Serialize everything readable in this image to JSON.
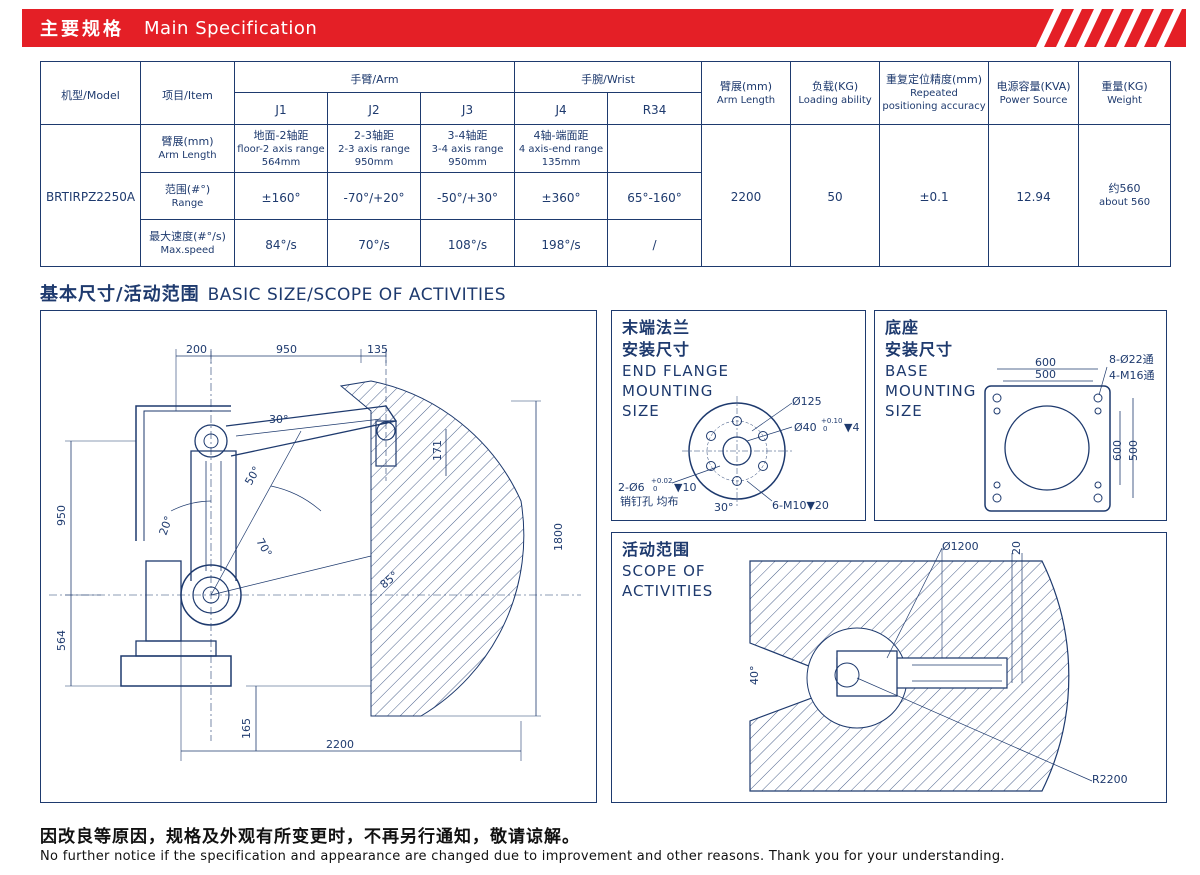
{
  "header": {
    "title_cn": "主要规格",
    "title_en": "Main Specification"
  },
  "spec_table": {
    "col_model": {
      "cn": "机型/Model"
    },
    "col_item": {
      "cn": "项目/Item"
    },
    "group_arm": "手臂/Arm",
    "group_wrist": "手腕/Wrist",
    "axes": [
      "J1",
      "J2",
      "J3",
      "J4",
      "R34"
    ],
    "col_reach": {
      "cn": "臂展(mm)",
      "en": "Arm Length"
    },
    "col_load": {
      "cn": "负载(KG)",
      "en": "Loading ability"
    },
    "col_repeat": {
      "cn": "重复定位精度(mm)",
      "en": "Repeated positioning accuracy"
    },
    "col_power": {
      "cn": "电源容量(KVA)",
      "en": "Power Source"
    },
    "col_weight": {
      "cn": "重量(KG)",
      "en": "Weight"
    },
    "model": "BRTIRPZ2250A",
    "row_armlen": {
      "cn": "臂展(mm)",
      "en": "Arm Length"
    },
    "row_range": {
      "cn": "范围(#°)",
      "en": "Range"
    },
    "row_speed": {
      "cn": "最大速度(#°/s)",
      "en": "Max.speed"
    },
    "armlen": [
      {
        "cn": "地面-2轴距",
        "en": "floor-2 axis range",
        "val": "564mm"
      },
      {
        "cn": "2-3轴距",
        "en": "2-3 axis range",
        "val": "950mm"
      },
      {
        "cn": "3-4轴距",
        "en": "3-4 axis range",
        "val": "950mm"
      },
      {
        "cn": "4轴-端面距",
        "en": "4 axis-end range",
        "val": "135mm"
      }
    ],
    "range": [
      "±160°",
      "-70°/+20°",
      "-50°/+30°",
      "±360°",
      "65°-160°"
    ],
    "speed": [
      "84°/s",
      "70°/s",
      "108°/s",
      "198°/s",
      "/"
    ],
    "reach": "2200",
    "load": "50",
    "repeat": "±0.1",
    "power": "12.94",
    "weight_cn": "约560",
    "weight_en": "about 560"
  },
  "section_title": {
    "cn": "基本尺寸/活动范围",
    "en": "BASIC SIZE/SCOPE OF ACTIVITIES"
  },
  "side_view": {
    "dims": {
      "d200": "200",
      "d950_top": "950",
      "d135": "135",
      "d171": "171",
      "d950_left": "950",
      "d564": "564",
      "d1800": "1800",
      "d165": "165",
      "d2200": "2200"
    },
    "angles": {
      "a30": "30°",
      "a50": "50°",
      "a20": "20°",
      "a70": "70°",
      "a85": "85°"
    }
  },
  "flange": {
    "label_cn": [
      "末端法兰",
      "安装尺寸"
    ],
    "label_en": [
      "END FLANGE",
      "MOUNTING",
      "SIZE"
    ],
    "d125": "Ø125",
    "d40": "Ø40",
    "d40_tol": "+0.10",
    "d40_tol2": "0",
    "d40_depth": "▼4",
    "pin": "2-Ø6",
    "pin_tol": "+0.02",
    "pin_tol2": "0",
    "pin_depth": "▼10",
    "pin_note": "销钉孔 均布",
    "m10": "6-M10▼20",
    "angle": "30°"
  },
  "base": {
    "label_cn": [
      "底座",
      "安装尺寸"
    ],
    "label_en": [
      "BASE",
      "MOUNTING",
      "SIZE"
    ],
    "d600_top": "600",
    "d500_top": "500",
    "holes": "8-Ø22通",
    "threads": "4-M16通",
    "d600_side": "600",
    "d500_side": "500"
  },
  "scope": {
    "label_cn": "活动范围",
    "label_en": [
      "SCOPE OF",
      "ACTIVITIES"
    ],
    "d1200": "Ø1200",
    "d20": "20",
    "a40": "40°",
    "r2200": "R2200"
  },
  "footer": {
    "cn": "因改良等原因，规格及外观有所变更时，不再另行通知，敬请谅解。",
    "en": "No further notice if the specification and appearance are changed due to improvement and other reasons. Thank you for your understanding."
  },
  "colors": {
    "accent": "#e41f26",
    "ink": "#1e3a6e"
  }
}
